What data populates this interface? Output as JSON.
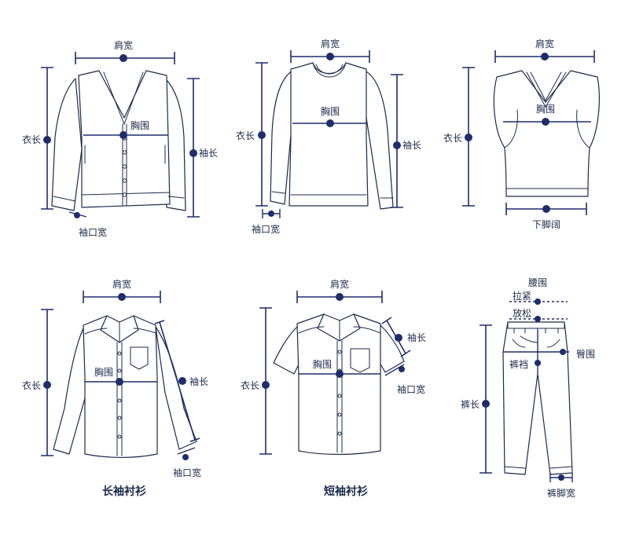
{
  "labels": {
    "shoulder_width": "肩宽",
    "chest": "胸围",
    "length": "衣长",
    "sleeve_length": "袖长",
    "cuff_width": "袖口宽",
    "hem_width": "下脚阔",
    "waist": "腰围",
    "stretched": "拉紧",
    "relaxed": "放松",
    "hip": "臀围",
    "rise": "裤裆",
    "pants_length": "裤长",
    "leg_opening": "裤脚宽"
  },
  "captions": {
    "long_sleeve_shirt": "长袖衬衫",
    "short_sleeve_shirt": "短袖衬衫"
  },
  "colors": {
    "measure_line": "#1f2d6b",
    "outline": "#1c2a4a",
    "background": "#ffffff"
  }
}
